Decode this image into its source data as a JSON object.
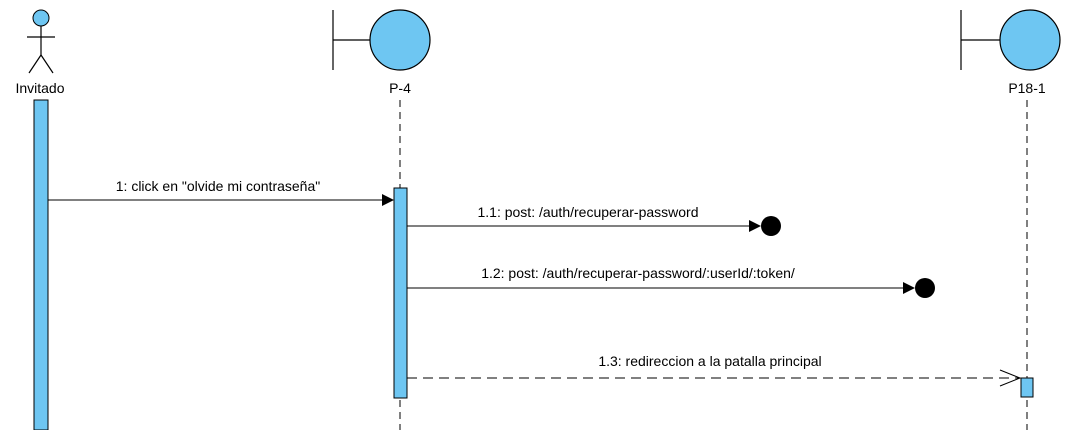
{
  "colors": {
    "fill": "#6ec6f2",
    "stroke": "#000000",
    "background": "#ffffff"
  },
  "participants": [
    {
      "name": "Invitado",
      "kind": "actor"
    },
    {
      "name": "P-4",
      "kind": "boundary"
    },
    {
      "name": "P18-1",
      "kind": "boundary"
    }
  ],
  "messages": [
    {
      "label": "1: click en \"olvide mi contraseña\"",
      "kind": "synchronous"
    },
    {
      "label": "1.1: post: /auth/recuperar-password",
      "kind": "lost"
    },
    {
      "label": "1.2: post: /auth/recuperar-password/:userId/:token/",
      "kind": "lost"
    },
    {
      "label": "1.3: redireccion a la patalla principal",
      "kind": "reply"
    }
  ]
}
